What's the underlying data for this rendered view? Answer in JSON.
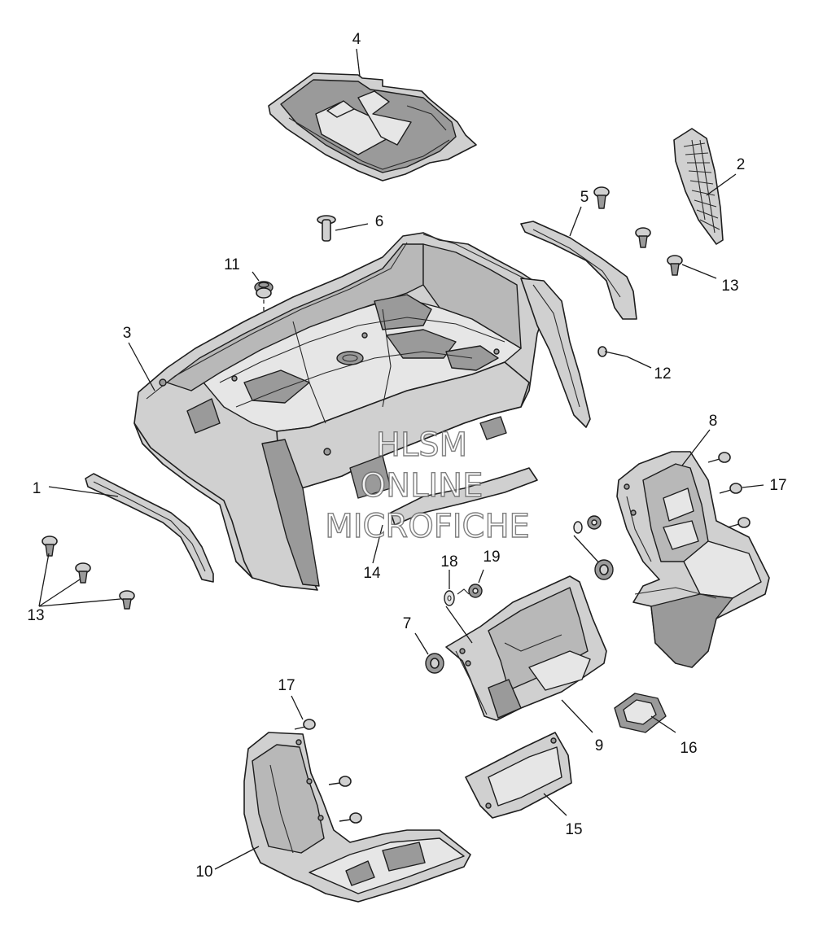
{
  "watermark": {
    "line1": "HLSM",
    "line2": "ONLINE",
    "line3": "MICROFICHE"
  },
  "callouts": {
    "c1": "1",
    "c2": "2",
    "c3": "3",
    "c4": "4",
    "c5": "5",
    "c6": "6",
    "c7": "7",
    "c8": "8",
    "c9": "9",
    "c10": "10",
    "c11": "11",
    "c12": "12",
    "c13a": "13",
    "c13b": "13",
    "c14": "14",
    "c15": "15",
    "c16": "16",
    "c17a": "17",
    "c17b": "17",
    "c18": "18",
    "c19": "19"
  }
}
